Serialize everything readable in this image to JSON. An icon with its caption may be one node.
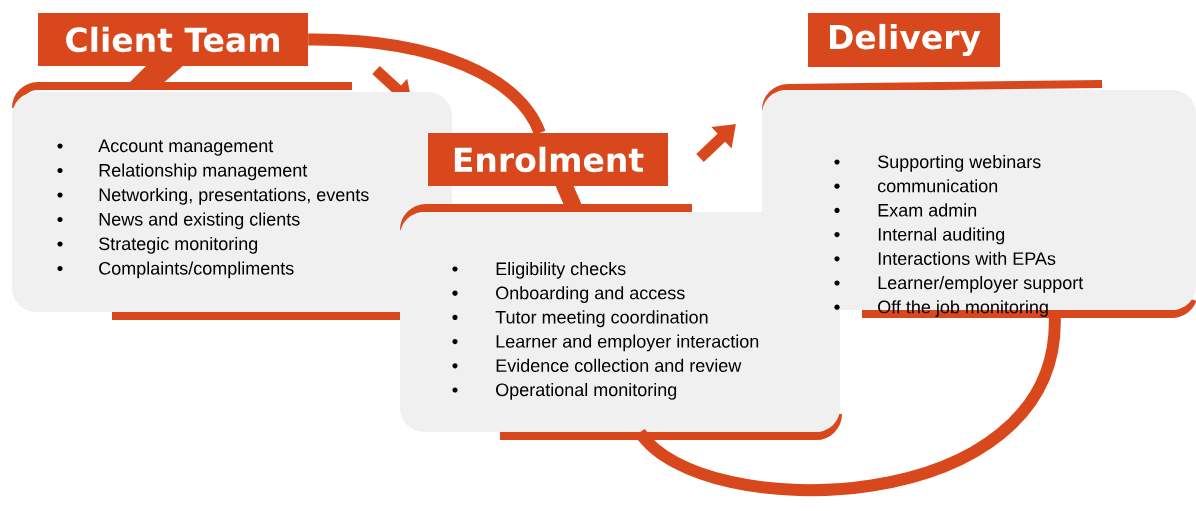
{
  "diagram": {
    "nodes": [
      {
        "text": [
          "Client Team",
          "Account management",
          "Relationship management",
          "Networking, presentations, events",
          "News and existing clients",
          "Strategic monitoring",
          "Complaints/compliments"
        ]
      },
      {
        "text": [
          "Enrolment",
          "Eligibility checks",
          "Onboarding and access",
          "Tutor meeting coordination",
          "Learner and employer interaction",
          "Evidence collection and review",
          "Operational monitoring"
        ]
      },
      {
        "text": [
          "Delivery",
          "Supporting webinars",
          "communication",
          "Exam admin",
          "Internal auditing",
          "Interactions with EPAs",
          "Learner/employer support",
          "Off the job monitoring"
        ]
      }
    ],
    "edges": [
      {
        "from": 0,
        "to": 1,
        "arrow": "none"
      },
      {
        "from": 1,
        "to": 2,
        "arrow": "none"
      }
    ]
  }
}
